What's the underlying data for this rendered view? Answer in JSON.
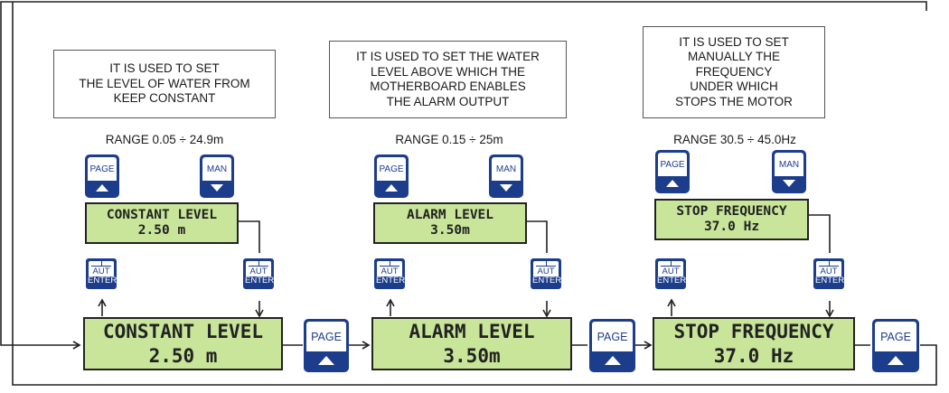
{
  "keys": {
    "page": "PAGE",
    "man": "MAN",
    "aut": "AUT",
    "enter": "ENTER"
  },
  "colors": {
    "lcd_background": "#c9e59a",
    "key_blue": "#1c3d8c"
  },
  "columns": [
    {
      "description": "IT IS USED TO SET\nTHE LEVEL OF WATER FROM\nKEEP CONSTANT",
      "range": "RANGE 0.05 ÷ 24.9m",
      "title": "CONSTANT LEVEL",
      "value": "2.50 m"
    },
    {
      "description": "IT IS USED TO SET THE WATER\nLEVEL ABOVE WHICH THE\nMOTHERBOARD ENABLES\nTHE ALARM OUTPUT",
      "range": "RANGE 0.15 ÷ 25m",
      "title": "ALARM LEVEL",
      "value": "3.50m"
    },
    {
      "description": "IT IS USED TO SET\nMANUALLY THE\nFREQUENCY\nUNDER WHICH\nSTOPS THE MOTOR",
      "range": "RANGE 30.5 ÷ 45.0Hz",
      "title": "STOP FREQUENCY",
      "value": "37.0 Hz"
    }
  ]
}
